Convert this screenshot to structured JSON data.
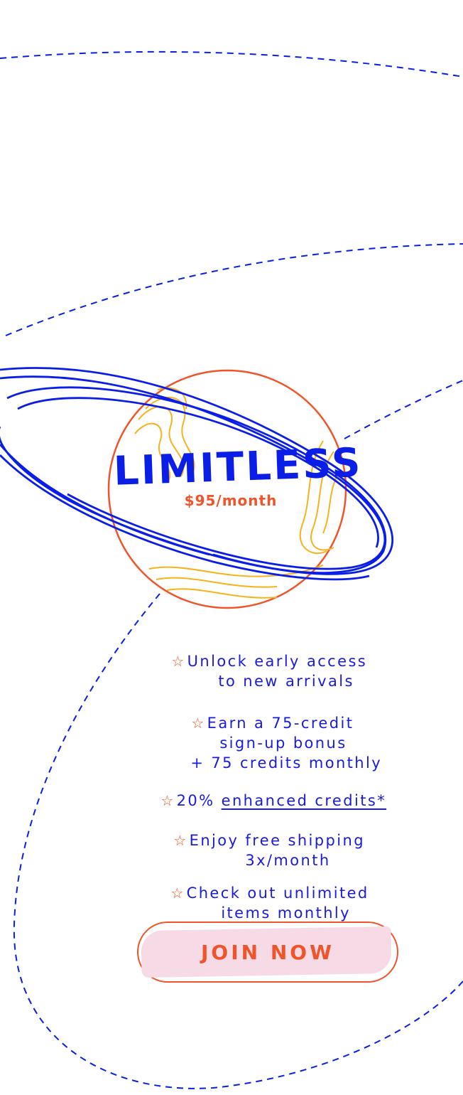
{
  "plan": {
    "name": "LIMITLESS",
    "price": "$95/month"
  },
  "benefits": [
    {
      "line1": "Unlock early access",
      "line2": "to new arrivals"
    },
    {
      "line1": "Earn a 75-credit",
      "line2": "sign-up bonus",
      "line3": "+ 75 credits monthly"
    },
    {
      "prefix": "20%",
      "link": "enhanced credits*"
    },
    {
      "line1": "Enjoy free shipping",
      "line2": "3x/month"
    },
    {
      "line1": "Check out unlimited",
      "line2": "items monthly"
    }
  ],
  "cta": {
    "label": "JOIN NOW"
  },
  "colors": {
    "blue": "#0b1ee8",
    "orange": "#f0542a",
    "yellow": "#f7b21c",
    "pink": "#f6dbe6"
  },
  "icons": {
    "bullet": "star-outline-icon"
  }
}
